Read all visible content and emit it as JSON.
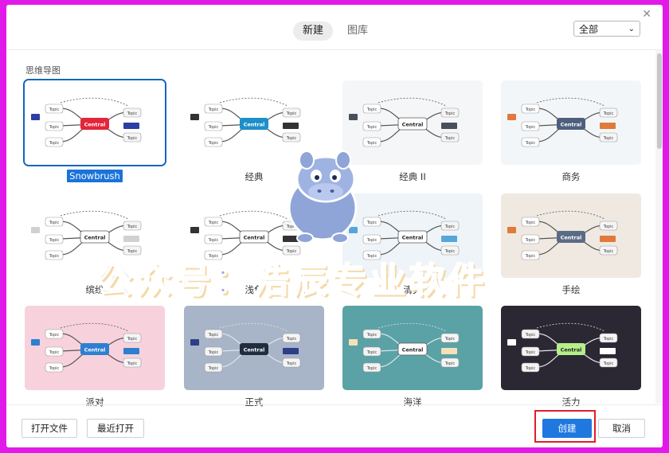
{
  "dialog": {
    "close_glyph": "✕",
    "tabs": [
      {
        "label": "新建",
        "active": true
      },
      {
        "label": "图库",
        "active": false
      }
    ],
    "filter_value": "全部",
    "section_title": "思维导图"
  },
  "templates": [
    {
      "name": "Snowbrush",
      "selected": true,
      "bg": "#ffffff",
      "center_fill": "#e4253a",
      "center_text": "Central",
      "topic": "Topic",
      "accent": "#2d3ea5"
    },
    {
      "name": "经典",
      "selected": false,
      "bg": "#ffffff",
      "center_fill": "#1d8fc9",
      "center_text": "Central",
      "topic": "Topic",
      "accent": "#333333"
    },
    {
      "name": "经典 II",
      "selected": false,
      "bg": "#f5f6f8",
      "center_fill": "#ffffff",
      "center_text": "Central",
      "topic": "Topic",
      "accent": "#4a4f5c"
    },
    {
      "name": "商务",
      "selected": false,
      "bg": "#f3f6f9",
      "center_fill": "#4e5f7e",
      "center_text": "Central",
      "topic": "Topic",
      "accent": "#e07a3b"
    },
    {
      "name": "缤纷",
      "selected": false,
      "bg": "#ffffff",
      "center_fill": "#ffffff",
      "center_text": "Central",
      "topic": "Topic",
      "accent": "#d1d1d1"
    },
    {
      "name": "浅色",
      "selected": false,
      "bg": "#ffffff",
      "center_fill": "#ffffff",
      "center_text": "Central",
      "topic": "Topic",
      "accent": "#333333"
    },
    {
      "name": "清爽",
      "selected": false,
      "bg": "#eef4f8",
      "center_fill": "#ffffff",
      "center_text": "Central",
      "topic": "Topic",
      "accent": "#57a6d9"
    },
    {
      "name": "手绘",
      "selected": false,
      "bg": "#efe9e2",
      "center_fill": "#5b6b85",
      "center_text": "Central",
      "topic": "Topic",
      "accent": "#e07a3b"
    },
    {
      "name": "派对",
      "selected": false,
      "bg": "#f7d2dc",
      "center_fill": "#2f7fd1",
      "center_text": "Central",
      "topic": "Topic",
      "accent": "#2f7fd1"
    },
    {
      "name": "正式",
      "selected": false,
      "bg": "#a8b4c8",
      "center_fill": "#1f2d3f",
      "center_text": "Central",
      "topic": "Topic",
      "accent": "#2e3f87"
    },
    {
      "name": "海洋",
      "selected": false,
      "bg": "#5aa2a6",
      "center_fill": "#ffffff",
      "center_text": "Central",
      "topic": "Topic",
      "accent": "#f5e1b8"
    },
    {
      "name": "活力",
      "selected": false,
      "bg": "#2b2733",
      "center_fill": "#b6ef8a",
      "center_text": "Central",
      "topic": "Topic",
      "accent": "#ffffff"
    }
  ],
  "footer": {
    "open_file": "打开文件",
    "recent": "最近打开",
    "create": "创建",
    "cancel": "取消"
  },
  "watermark": "公众号：浩辰专业软件"
}
